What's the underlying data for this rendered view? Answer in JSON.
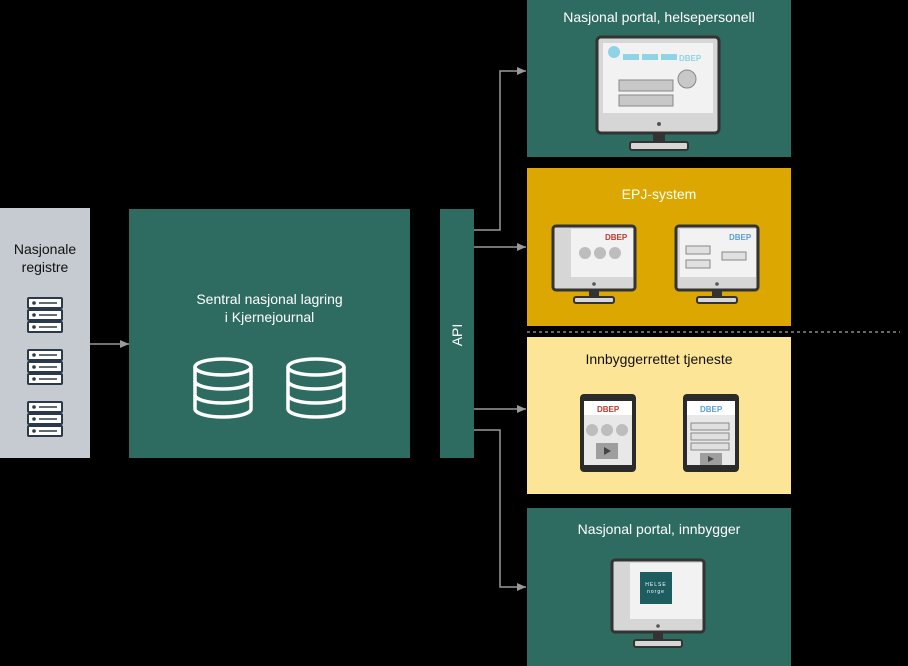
{
  "registers": {
    "label_line1": "Nasjonale",
    "label_line2": "registre"
  },
  "storage": {
    "label_line1": "Sentral nasjonal lagring",
    "label_line2": "i Kjernejournal"
  },
  "api": {
    "label": "API"
  },
  "portal_health": {
    "title": "Nasjonal portal, helsepersonell",
    "screen_tag": "DBEP"
  },
  "epj": {
    "title": "EPJ-system",
    "tag_left": "DBEP",
    "tag_right": "DBEP"
  },
  "citizen_service": {
    "title": "Innbyggerrettet tjeneste",
    "tag_left": "DBEP",
    "tag_right": "DBEP"
  },
  "portal_citizen": {
    "title": "Nasjonal portal, innbygger",
    "logo_line1": "HELSE",
    "logo_line2": "norge"
  },
  "colors": {
    "teal": "#2e6b61",
    "gold": "#dba700",
    "light_yellow": "#fde598",
    "grey_panel": "#c5cbd0",
    "connector": "#9a9a9a",
    "dbep_red": "#c0392b",
    "dbep_blue": "#5aa0d8"
  }
}
